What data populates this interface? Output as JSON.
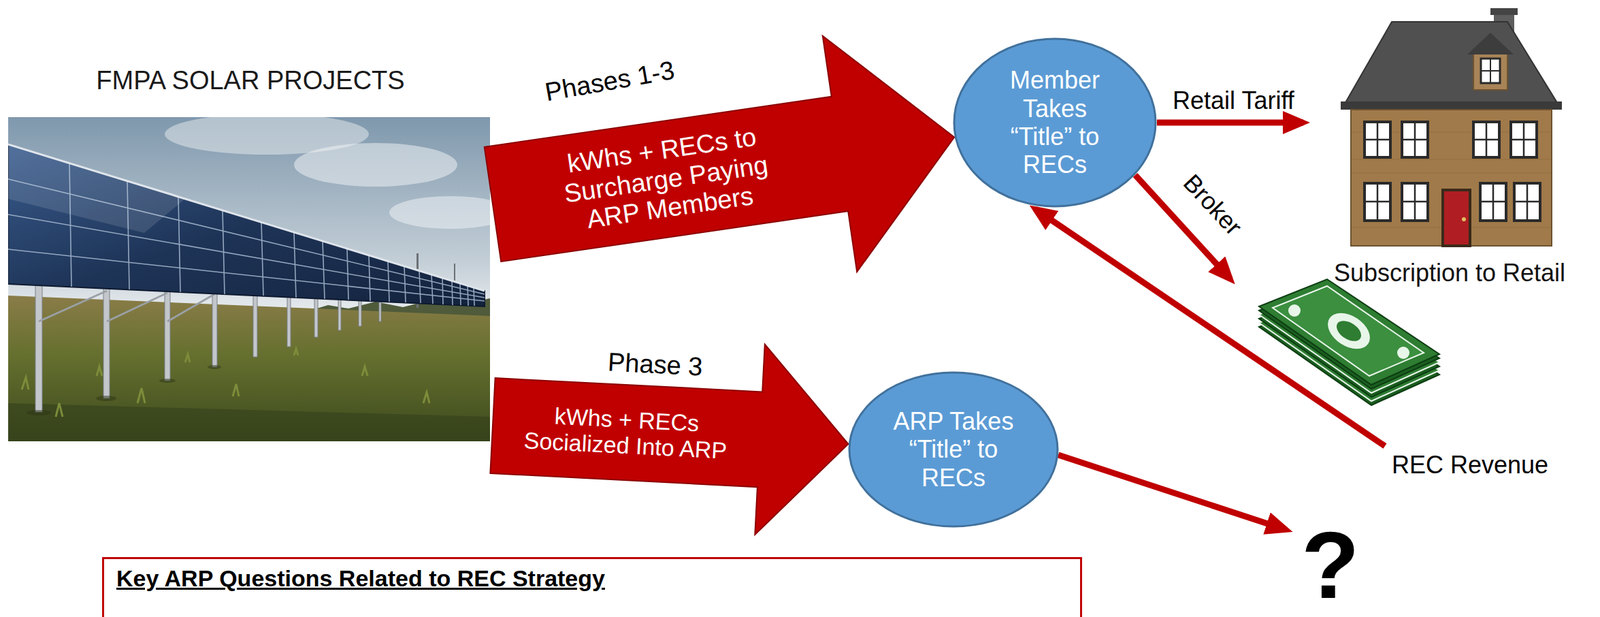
{
  "diagram": {
    "nodes": [
      {
        "text": [
          "FMPA SOLAR PROJECTS"
        ]
      },
      {
        "text": [
          "Member Takes “Title” to RECs"
        ]
      },
      {
        "text": [
          "ARP Takes “Title” to RECs"
        ]
      },
      {
        "text": [
          "Subscription to Retail"
        ]
      },
      {
        "text": [
          "Key ARP Questions Related to REC Strategy"
        ]
      }
    ],
    "edges": [
      {
        "from": 0,
        "to": 1,
        "arrow": "to",
        "label": "kWhs + RECs to Surcharge Paying ARP Members"
      },
      {
        "from": 0,
        "to": 2,
        "arrow": "to",
        "label": "kWhs + RECs Socialized Into ARP"
      },
      {
        "from": 1,
        "to": 3,
        "arrow": "to",
        "label": "Retail Tariff"
      }
    ],
    "labels": [
      "Phases 1-3",
      "Phase 3",
      "Broker",
      "REC Revenue",
      "?"
    ]
  }
}
